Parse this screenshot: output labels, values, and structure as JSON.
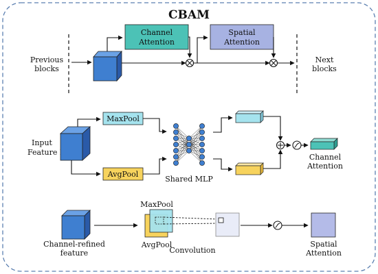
{
  "title": "CBAM",
  "colors": {
    "frame": "#5b7fb0",
    "cube_front": "#3f7fd0",
    "cube_side": "#2a5aa8",
    "cube_top": "#6ba2e6",
    "channel_box": "#4cc2b6",
    "spatial_box": "#a7b2e2",
    "maxpool_box": "#a5e3ee",
    "avgpool_box": "#f7d35d",
    "node": "#3f7fd0",
    "spatial_out": "#b4bbe8"
  },
  "icons": [
    "multiply-icon",
    "plus-icon",
    "sigmoid-icon"
  ],
  "top": {
    "previous_blocks": [
      "Previous",
      "blocks"
    ],
    "channel_attention": [
      "Channel",
      "Attention"
    ],
    "spatial_attention": [
      "Spatial",
      "Attention"
    ],
    "next_blocks": [
      "Next",
      "blocks"
    ]
  },
  "middle": {
    "input_feature": [
      "Input",
      "Feature F"
    ],
    "maxpool": "MaxPool",
    "avgpool": "AvgPool",
    "shared_mlp": "Shared MLP",
    "output": [
      "Channel",
      "Attention"
    ]
  },
  "bottom": {
    "refined_feature": [
      "Channel-refined",
      "feature"
    ],
    "maxpool": "MaxPool",
    "avgpool": "AvgPool",
    "convolution": "Convolution",
    "output": [
      "Spatial",
      "Attention"
    ]
  }
}
